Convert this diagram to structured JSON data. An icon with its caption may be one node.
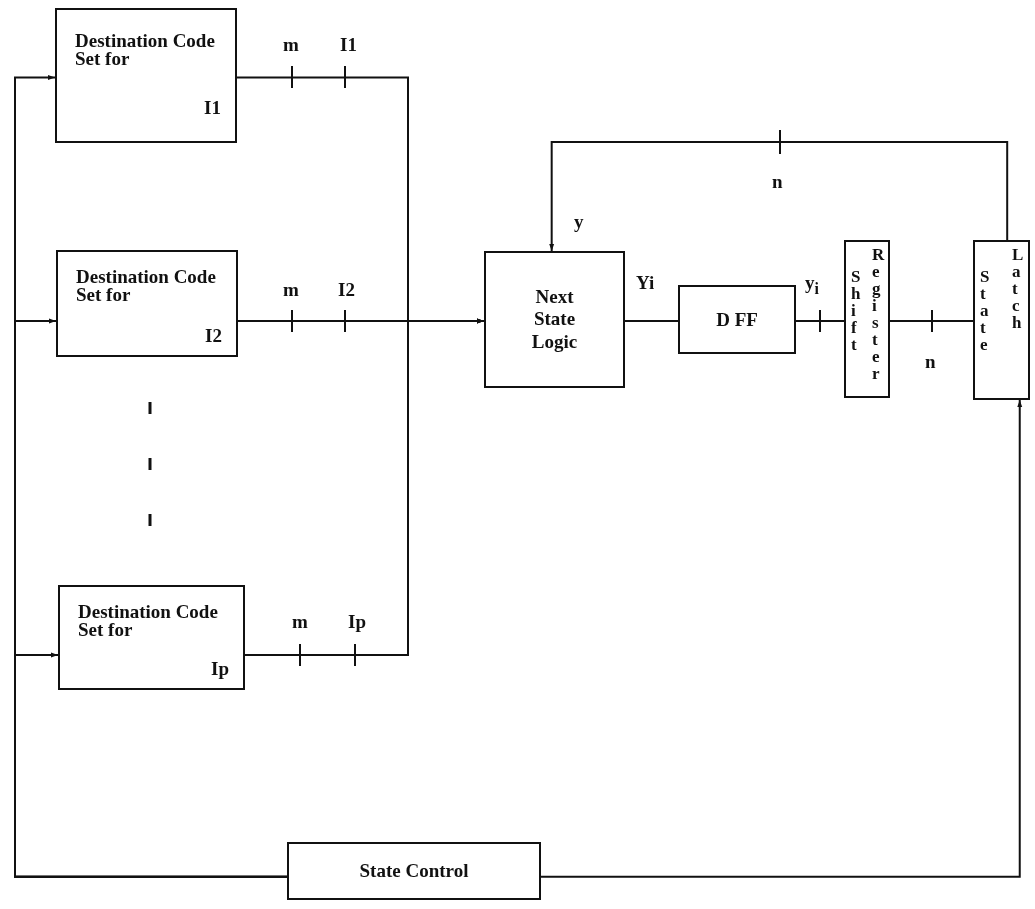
{
  "diagram": {
    "nodes": [
      {
        "text": [
          "Destination Code Set for",
          "I1"
        ]
      },
      {
        "text": [
          "Destination Code Set for",
          "I2"
        ]
      },
      {
        "text": [
          "Destination Code Set for",
          "Ip"
        ]
      },
      {
        "text": [
          "Next State Logic"
        ]
      },
      {
        "text": [
          "D FF"
        ]
      },
      {
        "text": [
          "Shift",
          "Register"
        ]
      },
      {
        "text": [
          "State",
          "Latch"
        ]
      },
      {
        "text": [
          "State Control"
        ]
      }
    ],
    "edges": [
      {
        "from": 0,
        "to": 3,
        "arrow": "to"
      },
      {
        "from": 1,
        "to": 3,
        "arrow": "to"
      },
      {
        "from": 2,
        "to": 3,
        "arrow": "to"
      },
      {
        "from": 3,
        "to": 4,
        "arrow": "none"
      },
      {
        "from": 4,
        "to": 5,
        "arrow": "none"
      },
      {
        "from": 5,
        "to": 6,
        "arrow": "none"
      },
      {
        "from": 6,
        "to": 3,
        "arrow": "to"
      },
      {
        "from": 7,
        "to": 0,
        "arrow": "to"
      },
      {
        "from": 7,
        "to": 1,
        "arrow": "to"
      },
      {
        "from": 7,
        "to": 2,
        "arrow": "to"
      },
      {
        "from": 7,
        "to": 6,
        "arrow": "to"
      }
    ],
    "labels": [
      "m",
      "I1",
      "m",
      "I2",
      "m",
      "Ip",
      "y",
      "n",
      "Yi",
      "y$_{i}$",
      "n"
    ]
  }
}
